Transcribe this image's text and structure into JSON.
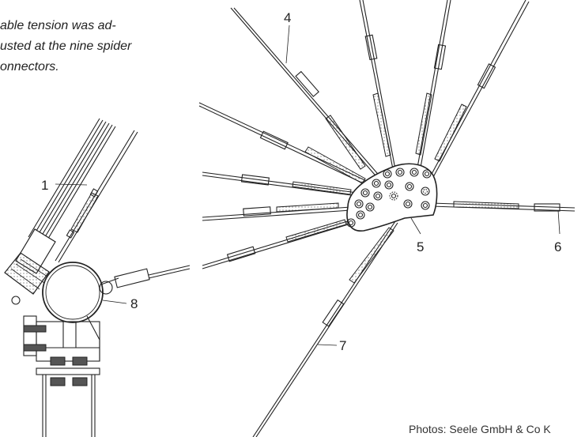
{
  "caption": {
    "lines": [
      "able tension was ad-",
      "usted at the nine spider",
      "onnectors."
    ]
  },
  "labels": {
    "l1": "1",
    "l4": "4",
    "l5": "5",
    "l6": "6",
    "l7": "7",
    "l8": "8"
  },
  "credit": "Photos: Seele GmbH & Co K"
}
